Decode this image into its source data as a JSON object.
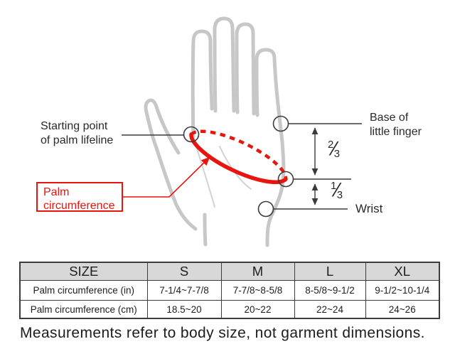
{
  "diagram": {
    "labels": {
      "starting_point": "Starting point\nof palm lifeline",
      "palm_circumference": "Palm\ncircumference",
      "base_of_little_finger": "Base of\nlittle finger",
      "wrist": "Wrist"
    },
    "fractions": {
      "upper": {
        "numerator": "2",
        "denominator": "3",
        "slash": "⁄"
      },
      "lower": {
        "numerator": "1",
        "denominator": "3",
        "slash": "⁄"
      }
    },
    "colors": {
      "accent_red": "#e8140e",
      "hand_gray": "#c7c7c7",
      "crease_gray": "#d2d2d2",
      "line_dark": "#3b3b3b",
      "table_header_bg": "#d8d8d8"
    }
  },
  "table": {
    "columns": [
      "SIZE",
      "S",
      "M",
      "L",
      "XL"
    ],
    "rows": [
      {
        "label": "Palm circumference (in)",
        "values": [
          "7-1/4~7-7/8",
          "7-7/8~8-5/8",
          "8-5/8~9-1/2",
          "9-1/2~10-1/4"
        ]
      },
      {
        "label": "Palm circumference (cm)",
        "values": [
          "18.5~20",
          "20~22",
          "22~24",
          "24~26"
        ]
      }
    ]
  },
  "caption": "Measurements refer to body size, not garment dimensions."
}
